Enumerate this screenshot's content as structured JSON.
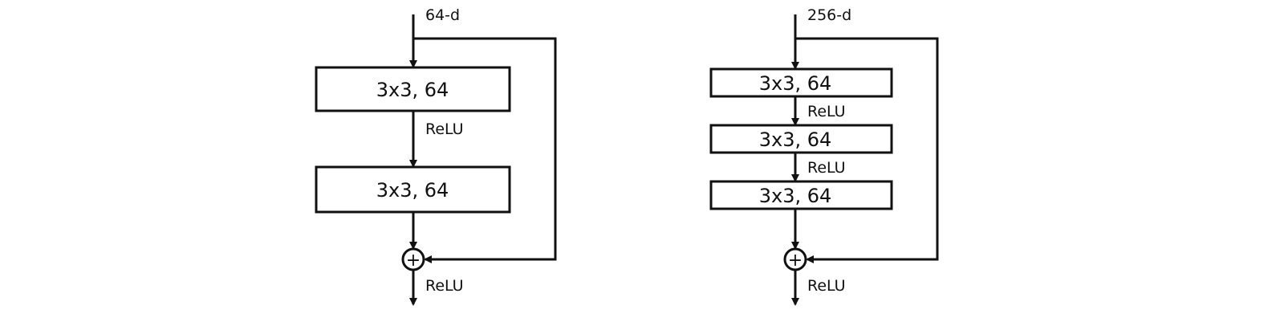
{
  "left_block": {
    "input_label": "64-d",
    "layers": [
      "3x3, 64",
      "3x3, 64"
    ],
    "relu_labels": [
      "ReLU"
    ],
    "output_label": "ReLU",
    "add_symbol": "+"
  },
  "right_block": {
    "input_label": "256-d",
    "layers": [
      "3x3, 64",
      "3x3, 64",
      "3x3, 64"
    ],
    "relu_labels": [
      "ReLU",
      "ReLU"
    ],
    "output_label": "ReLU",
    "add_symbol": "+"
  }
}
